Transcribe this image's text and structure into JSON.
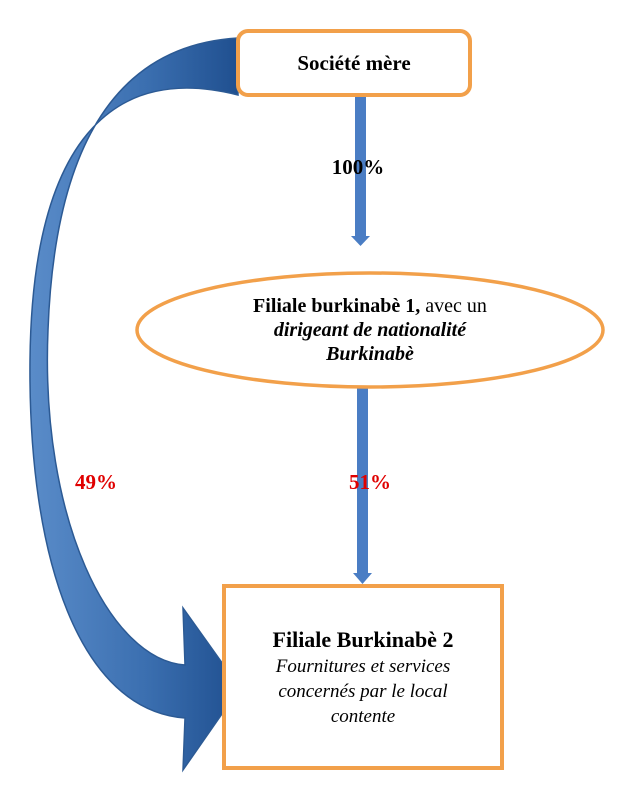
{
  "colors": {
    "box_border": "#f2a04a",
    "arrow": "#4a7dc4",
    "curved_arrow_light": "#4f82c0",
    "curved_arrow_dark": "#1f4f8f",
    "percent_red": "#e00000"
  },
  "nodes": {
    "parent": {
      "label": "Société mère"
    },
    "subsidiary1": {
      "title": "Filiale burkinabè 1,",
      "suffix": " avec un",
      "line2": "dirigeant de nationalité",
      "line3": "Burkinabè"
    },
    "subsidiary2": {
      "title": "Filiale Burkinabè 2",
      "line1": "Fournitures et services",
      "line2": "concernés par le local",
      "line3": "contente"
    }
  },
  "edges": {
    "parent_to_sub1": "100%",
    "sub1_to_sub2": "51%",
    "parent_to_sub2": "49%"
  }
}
